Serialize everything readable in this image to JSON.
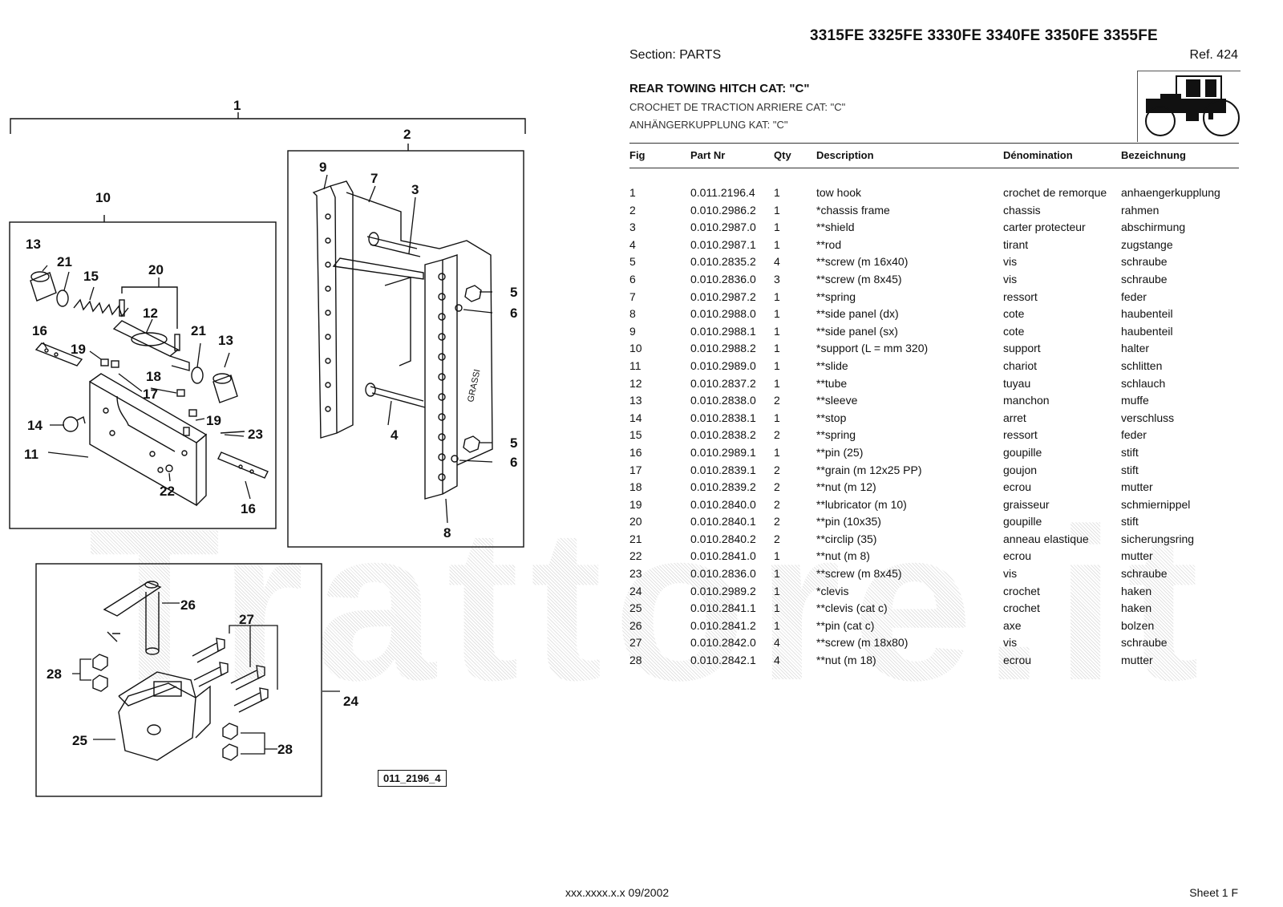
{
  "header": {
    "models": "3315FE 3325FE 3330FE 3340FE 3350FE 3355FE",
    "section": "Section: PARTS",
    "ref": "Ref. 424",
    "title_en": "REAR TOWING HITCH CAT: \"C\"",
    "title_fr": "CROCHET DE TRACTION ARRIERE CAT: \"C\"",
    "title_de": "ANHÄNGERKUPPLUNG KAT: \"C\""
  },
  "table": {
    "columns": [
      "Fig",
      "Part Nr",
      "Qty",
      "Description",
      "Dénomination",
      "Bezeichnung"
    ],
    "rows": [
      [
        "1",
        "0.011.2196.4",
        "1",
        "tow hook",
        "crochet de remorque",
        "anhaengerkupplung"
      ],
      [
        "2",
        "0.010.2986.2",
        "1",
        "*chassis frame",
        "chassis",
        "rahmen"
      ],
      [
        "3",
        "0.010.2987.0",
        "1",
        "**shield",
        "carter protecteur",
        "abschirmung"
      ],
      [
        "4",
        "0.010.2987.1",
        "1",
        "**rod",
        "tirant",
        "zugstange"
      ],
      [
        "5",
        "0.010.2835.2",
        "4",
        "**screw (m 16x40)",
        "vis",
        "schraube"
      ],
      [
        "6",
        "0.010.2836.0",
        "3",
        "**screw (m 8x45)",
        "vis",
        "schraube"
      ],
      [
        "7",
        "0.010.2987.2",
        "1",
        "**spring",
        "ressort",
        "feder"
      ],
      [
        "8",
        "0.010.2988.0",
        "1",
        "**side panel (dx)",
        "cote",
        "haubenteil"
      ],
      [
        "9",
        "0.010.2988.1",
        "1",
        "**side panel (sx)",
        "cote",
        "haubenteil"
      ],
      [
        "10",
        "0.010.2988.2",
        "1",
        "*support (L = mm 320)",
        "support",
        "halter"
      ],
      [
        "11",
        "0.010.2989.0",
        "1",
        "**slide",
        "chariot",
        "schlitten"
      ],
      [
        "12",
        "0.010.2837.2",
        "1",
        "**tube",
        "tuyau",
        "schlauch"
      ],
      [
        "13",
        "0.010.2838.0",
        "2",
        "**sleeve",
        "manchon",
        "muffe"
      ],
      [
        "14",
        "0.010.2838.1",
        "1",
        "**stop",
        "arret",
        "verschluss"
      ],
      [
        "15",
        "0.010.2838.2",
        "2",
        "**spring",
        "ressort",
        "feder"
      ],
      [
        "16",
        "0.010.2989.1",
        "1",
        "**pin (25)",
        "goupille",
        "stift"
      ],
      [
        "17",
        "0.010.2839.1",
        "2",
        "**grain (m 12x25 PP)",
        "goujon",
        "stift"
      ],
      [
        "18",
        "0.010.2839.2",
        "2",
        "**nut (m 12)",
        "ecrou",
        "mutter"
      ],
      [
        "19",
        "0.010.2840.0",
        "2",
        "**lubricator (m 10)",
        "graisseur",
        "schmiernippel"
      ],
      [
        "20",
        "0.010.2840.1",
        "2",
        "**pin (10x35)",
        "goupille",
        "stift"
      ],
      [
        "21",
        "0.010.2840.2",
        "2",
        "**circlip (35)",
        "anneau elastique",
        "sicherungsring"
      ],
      [
        "22",
        "0.010.2841.0",
        "1",
        "**nut (m 8)",
        "ecrou",
        "mutter"
      ],
      [
        "23",
        "0.010.2836.0",
        "1",
        "**screw (m 8x45)",
        "vis",
        "schraube"
      ],
      [
        "24",
        "0.010.2989.2",
        "1",
        "*clevis",
        "crochet",
        "haken"
      ],
      [
        "25",
        "0.010.2841.1",
        "1",
        "**clevis (cat c)",
        "crochet",
        "haken"
      ],
      [
        "26",
        "0.010.2841.2",
        "1",
        "**pin (cat c)",
        "axe",
        "bolzen"
      ],
      [
        "27",
        "0.010.2842.0",
        "4",
        "**screw (m 18x80)",
        "vis",
        "schraube"
      ],
      [
        "28",
        "0.010.2842.1",
        "4",
        "**nut (m 18)",
        "ecrou",
        "mutter"
      ]
    ]
  },
  "drawing": {
    "callouts": [
      "1",
      "2",
      "3",
      "4",
      "5",
      "5",
      "6",
      "6",
      "7",
      "8",
      "9",
      "10",
      "11",
      "12",
      "13",
      "13",
      "14",
      "15",
      "16",
      "16",
      "17",
      "18",
      "19",
      "19",
      "20",
      "21",
      "21",
      "22",
      "23",
      "24",
      "25",
      "26",
      "27",
      "28",
      "28"
    ],
    "stamp": "GRASSI",
    "code": "011_2196_4"
  },
  "watermark": "Trattore.it",
  "footer": {
    "left": "xxx.xxxx.x.x  09/2002",
    "right": "Sheet 1 F"
  }
}
